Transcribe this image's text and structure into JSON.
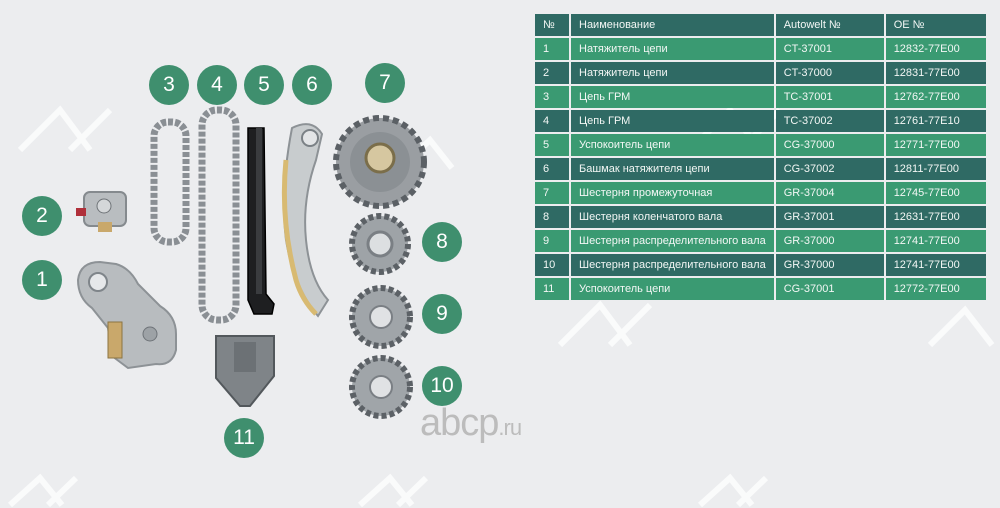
{
  "callouts": [
    "1",
    "2",
    "3",
    "4",
    "5",
    "6",
    "7",
    "8",
    "9",
    "10",
    "11"
  ],
  "table": {
    "headers": [
      "№",
      "Наименование",
      "Autowelt №",
      "OE №"
    ],
    "rows": [
      {
        "no": "1",
        "name": "Натяжитель цепи",
        "aw": "CT-37001",
        "oe": "12832-77E00"
      },
      {
        "no": "2",
        "name": "Натяжитель цепи",
        "aw": "CT-37000",
        "oe": "12831-77E00"
      },
      {
        "no": "3",
        "name": "Цепь ГРМ",
        "aw": "TC-37001",
        "oe": "12762-77E00"
      },
      {
        "no": "4",
        "name": "Цепь ГРМ",
        "aw": "TC-37002",
        "oe": "12761-77E10"
      },
      {
        "no": "5",
        "name": "Успокоитель цепи",
        "aw": "CG-37000",
        "oe": "12771-77E00"
      },
      {
        "no": "6",
        "name": "Башмак натяжителя цепи",
        "aw": "CG-37002",
        "oe": "12811-77E00"
      },
      {
        "no": "7",
        "name": "Шестерня промежуточная",
        "aw": "GR-37004",
        "oe": "12745-77E00"
      },
      {
        "no": "8",
        "name": "Шестерня коленчатого вала",
        "aw": "GR-37001",
        "oe": "12631-77E00"
      },
      {
        "no": "9",
        "name": "Шестерня распределительного вала",
        "aw": "GR-37000",
        "oe": "12741-77E00"
      },
      {
        "no": "10",
        "name": "Шестерня распределительного вала",
        "aw": "GR-37000",
        "oe": "12741-77E00"
      },
      {
        "no": "11",
        "name": "Успокоитель цепи",
        "aw": "CG-37001",
        "oe": "12772-77E00"
      }
    ]
  },
  "watermark": {
    "brand_main": "abcp",
    "brand_tld": ".ru"
  },
  "colors": {
    "background": "#ecedef",
    "badge": "#3f8f6e",
    "row_dark": "#2f6a64",
    "row_light": "#3a9a72"
  }
}
